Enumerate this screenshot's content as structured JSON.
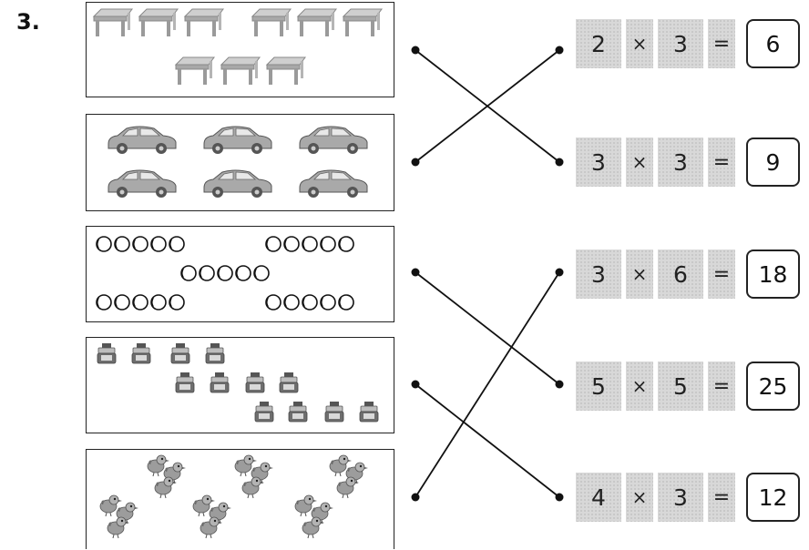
{
  "question_number": "3.",
  "pictures": [
    {
      "subject": "tables",
      "count": 9
    },
    {
      "subject": "cars",
      "count": 6
    },
    {
      "subject": "coins",
      "count": 25
    },
    {
      "subject": "ink bottles",
      "count": 12
    },
    {
      "subject": "birds",
      "count": 18
    }
  ],
  "equations": [
    {
      "a": "2",
      "op": "×",
      "b": "3",
      "eq": "=",
      "ans": "6"
    },
    {
      "a": "3",
      "op": "×",
      "b": "3",
      "eq": "=",
      "ans": "9"
    },
    {
      "a": "3",
      "op": "×",
      "b": "6",
      "eq": "=",
      "ans": "18"
    },
    {
      "a": "5",
      "op": "×",
      "b": "5",
      "eq": "=",
      "ans": "25"
    },
    {
      "a": "4",
      "op": "×",
      "b": "3",
      "eq": "=",
      "ans": "12"
    }
  ],
  "matches": [
    {
      "picture": 0,
      "equation": 1
    },
    {
      "picture": 1,
      "equation": 0
    },
    {
      "picture": 2,
      "equation": 3
    },
    {
      "picture": 3,
      "equation": 4
    },
    {
      "picture": 4,
      "equation": 2
    }
  ]
}
